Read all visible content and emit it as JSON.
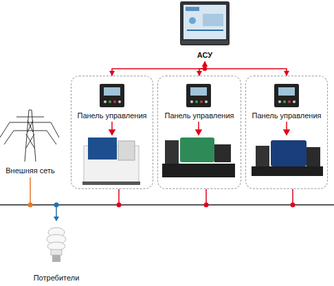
{
  "diagram": {
    "nodes": [
      {
        "text": [
          "АСУ"
        ]
      },
      {
        "text": [
          "Панель управления"
        ]
      },
      {
        "text": [
          "Панель управления"
        ]
      },
      {
        "text": [
          "Панель управления"
        ]
      },
      {
        "text": [
          "Внешняя сеть"
        ]
      },
      {
        "text": [
          "Потребители"
        ]
      }
    ],
    "edges": [
      {
        "from": 0,
        "to": 1,
        "arrow": "both"
      },
      {
        "from": 0,
        "to": 2,
        "arrow": "both"
      },
      {
        "from": 0,
        "to": 3,
        "arrow": "both"
      }
    ]
  }
}
